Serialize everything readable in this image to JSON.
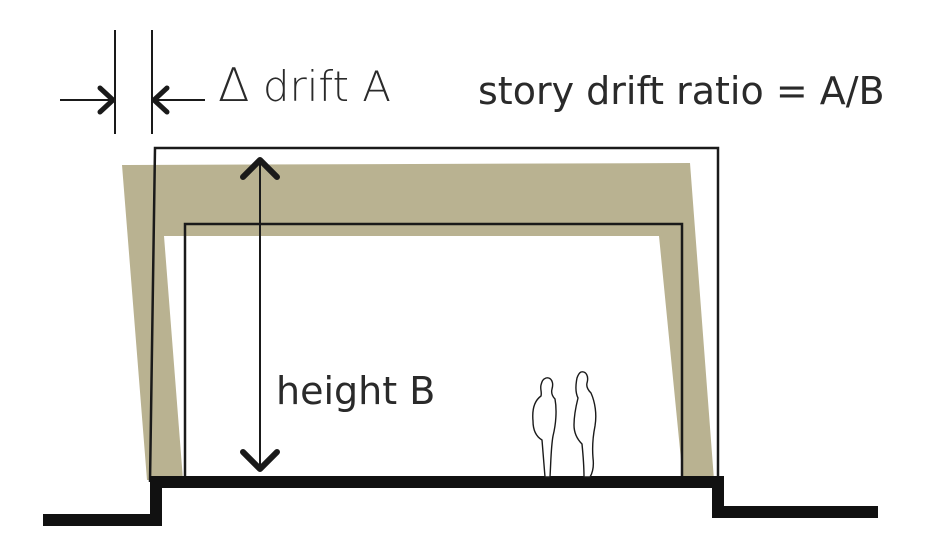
{
  "labels": {
    "delta_symbol": "Δ",
    "drift": "drift A",
    "ratio": "story drift ratio = A/B",
    "height": "height B"
  },
  "colors": {
    "deformed_frame": "#b9b291",
    "ink": "#1a1a1a",
    "ground": "#111111",
    "background": "#ffffff"
  },
  "icons": {
    "dimension_arrows": "double-headed-arrow",
    "people": "human-silhouettes"
  }
}
